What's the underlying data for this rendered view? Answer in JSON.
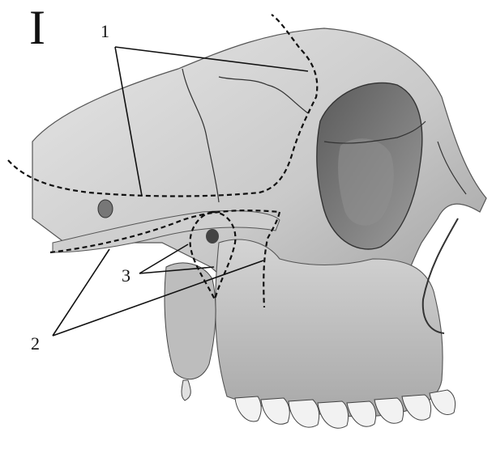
{
  "figure": {
    "panel_label": "I",
    "callouts": [
      {
        "id": "1",
        "text": "1"
      },
      {
        "id": "2",
        "text": "2"
      },
      {
        "id": "3",
        "text": "3"
      }
    ],
    "colors": {
      "ink": "#111111",
      "bone_light": "#dcdcdc",
      "bone_mid": "#b9b9b9",
      "bone_dark": "#6e6e6e",
      "background": "#ffffff"
    }
  }
}
